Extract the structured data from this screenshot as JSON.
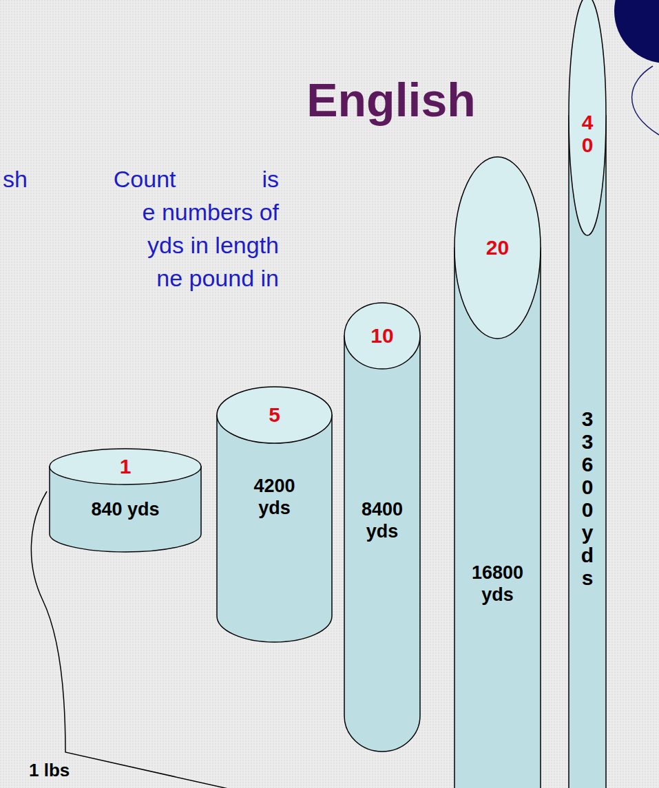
{
  "diagram": {
    "title": "English",
    "nodes": [
      {
        "text": [
          "1",
          "840 yds"
        ]
      },
      {
        "text": [
          "5",
          "4200 yds"
        ]
      },
      {
        "text": [
          "10",
          "8400 yds"
        ]
      },
      {
        "text": [
          "20",
          "16800 yds"
        ]
      },
      {
        "text": [
          "40",
          "33600 yds"
        ]
      }
    ],
    "labels": [
      "sh Count is",
      "e numbers of",
      "yds in length",
      "ne pound in",
      "1 lbs"
    ]
  }
}
